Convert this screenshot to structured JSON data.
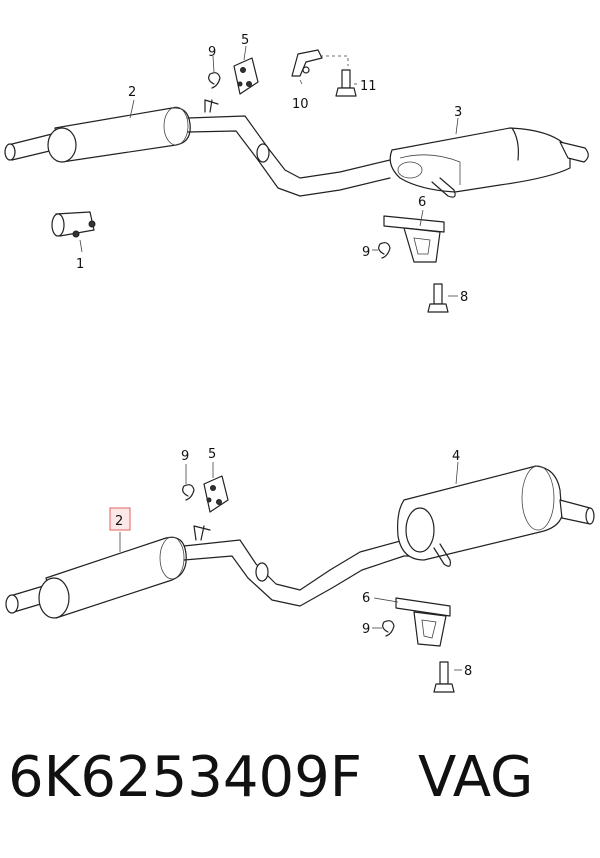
{
  "top_diagram": {
    "callouts": {
      "c1": "1",
      "c2": "2",
      "c3": "3",
      "c5": "5",
      "c6": "6",
      "c8": "8",
      "c9a": "9",
      "c9b": "9",
      "c10": "10",
      "c11": "11"
    }
  },
  "bottom_diagram": {
    "callouts": {
      "c2": "2",
      "c4": "4",
      "c5": "5",
      "c6": "6",
      "c8": "8",
      "c9a": "9",
      "c9b": "9"
    },
    "highlight_color": "#e06060"
  },
  "footer": {
    "part_number": "6K6253409F",
    "brand": "VAG"
  }
}
